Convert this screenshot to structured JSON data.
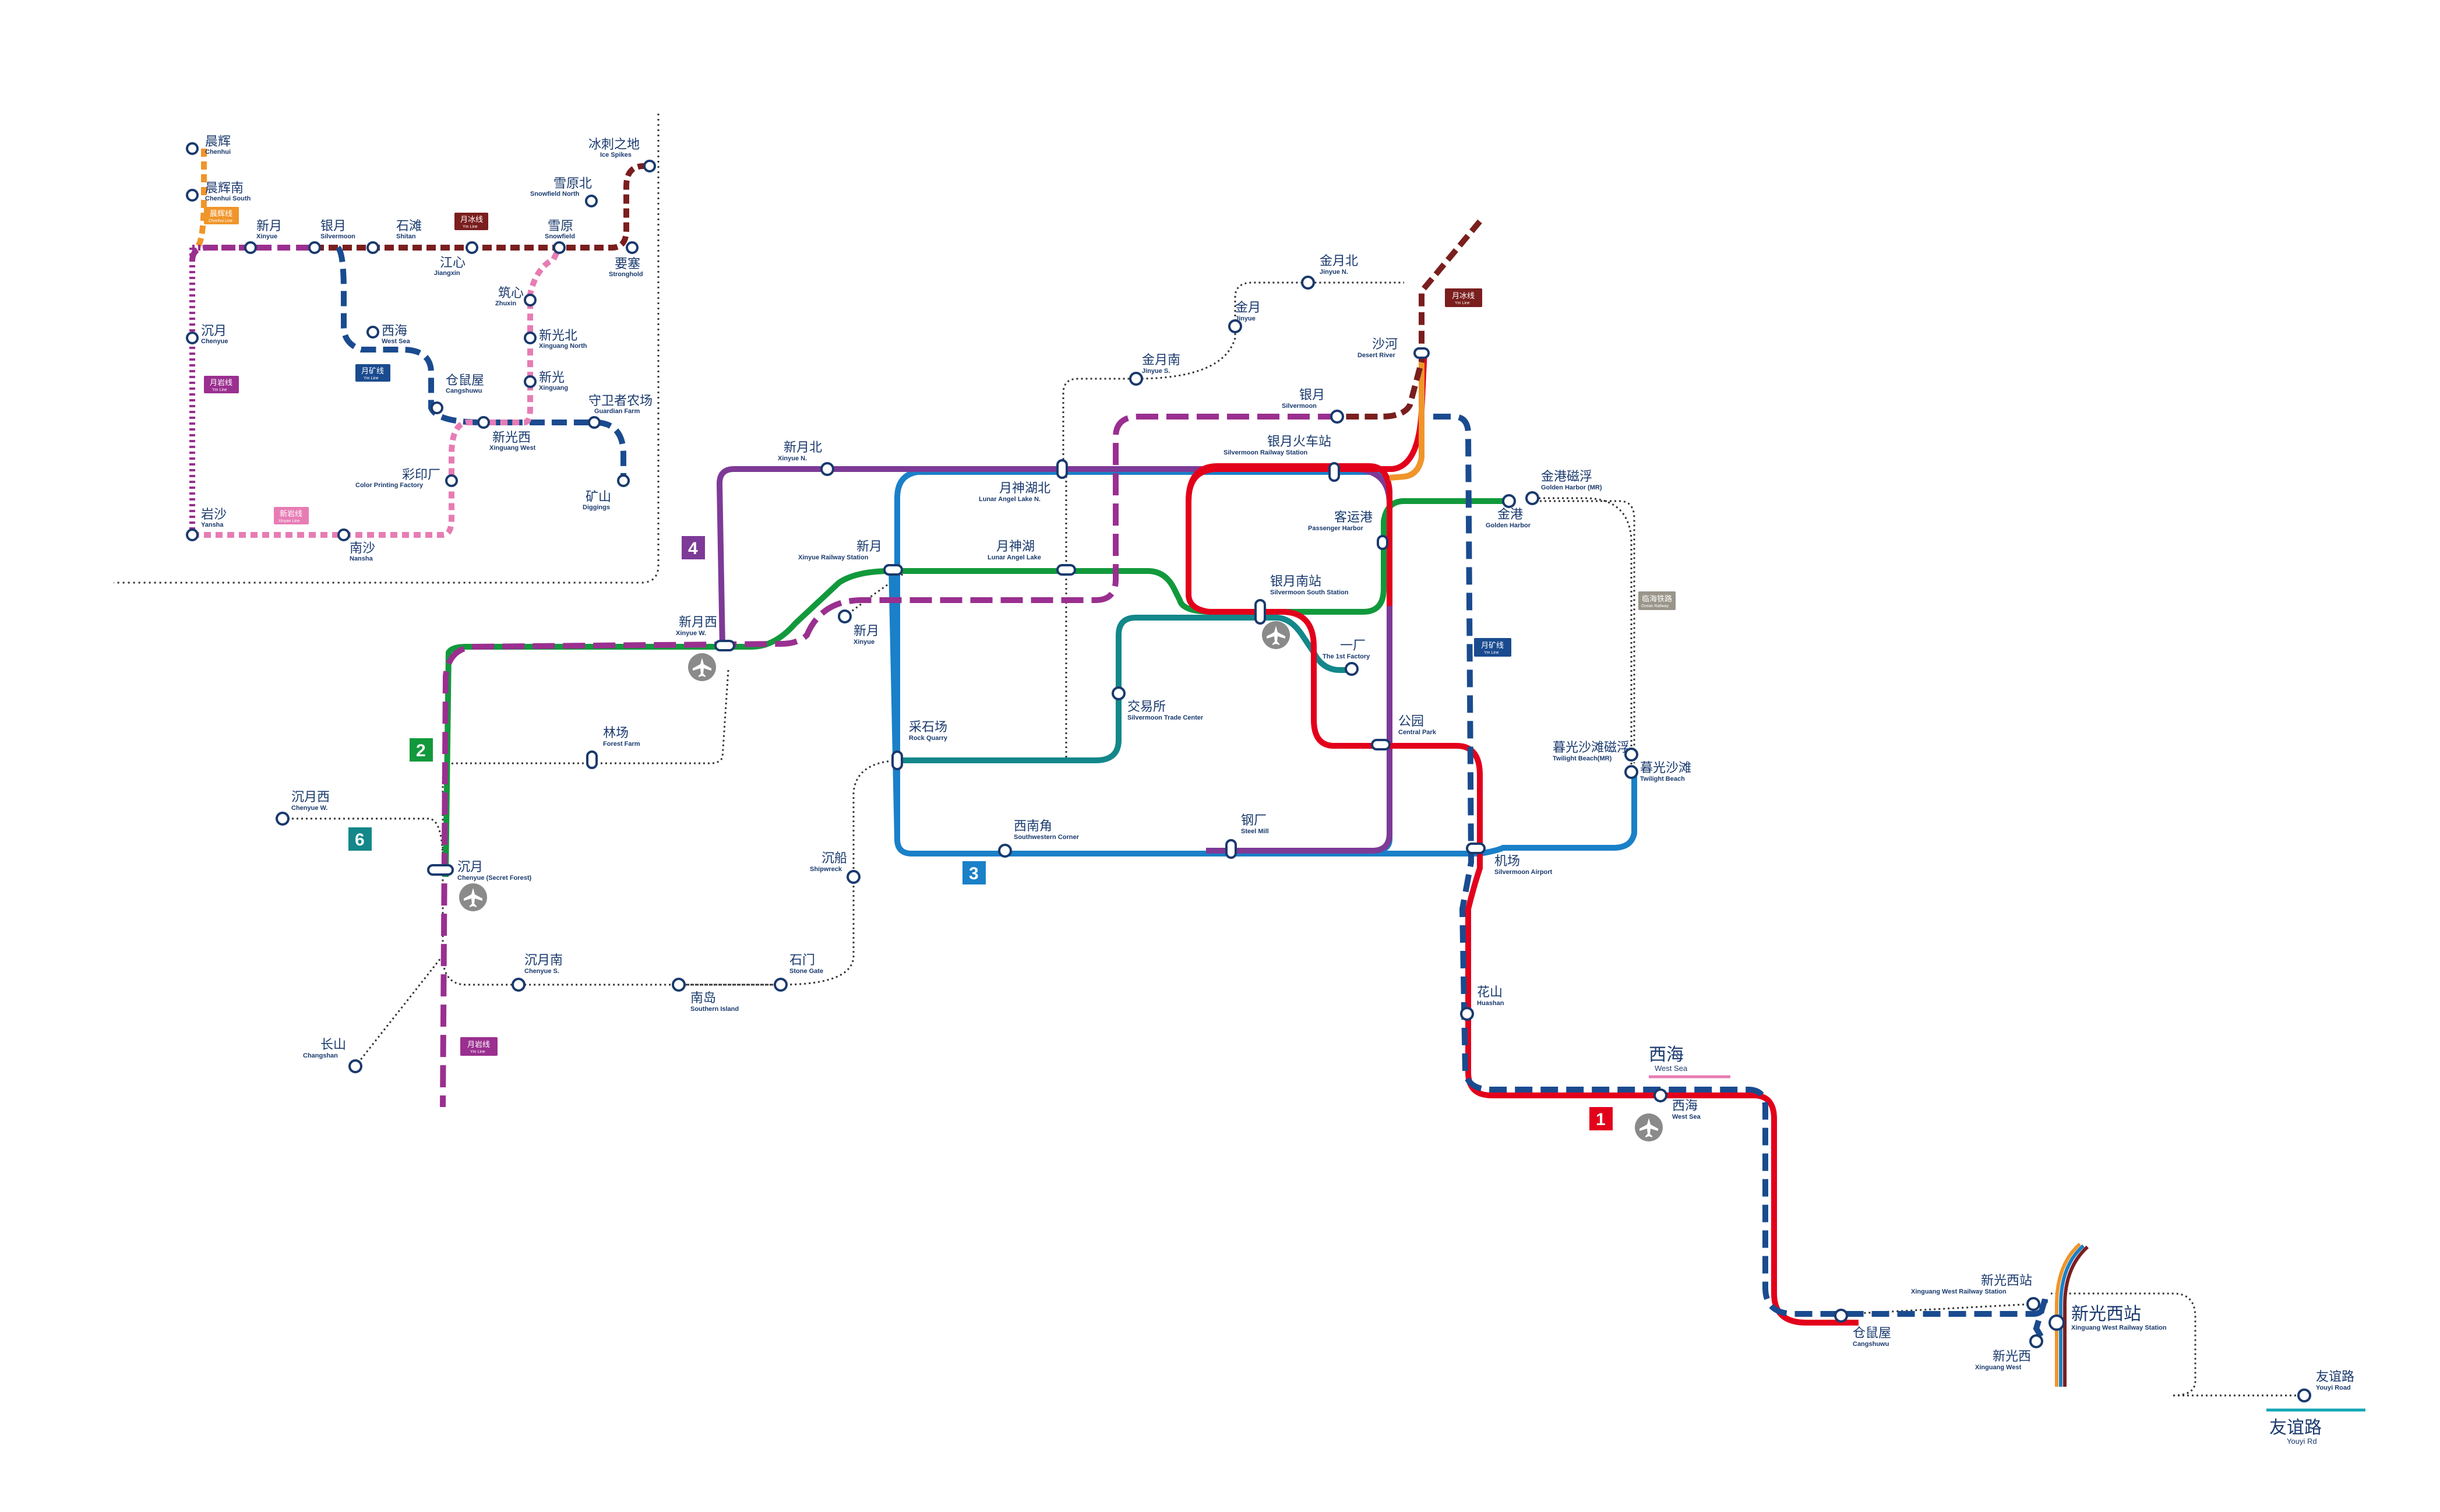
{
  "colors": {
    "line1": "#e3001b",
    "line2": "#12993c",
    "line3": "#1a80c8",
    "line4": "#7d3a96",
    "line6": "#13878a",
    "yueyan": "#9a2f8f",
    "yuekuang": "#1a4b8f",
    "yuebing": "#7a1e1e",
    "xinyan": "#e77cb4",
    "chenhui": "#f0952a",
    "station_text": "#1a3a6e"
  },
  "line_badges": [
    {
      "id": "line1",
      "label": "1"
    },
    {
      "id": "line2",
      "label": "2"
    },
    {
      "id": "line3",
      "label": "3"
    },
    {
      "id": "line4",
      "label": "4"
    },
    {
      "id": "line6",
      "label": "6"
    }
  ],
  "line_tags": {
    "yuebing": {
      "zh": "月冰线",
      "en": "Ym Line"
    },
    "yuekuang": {
      "zh": "月矿线",
      "en": "Ym Line"
    },
    "yueyan": {
      "zh": "月岩线",
      "en": "Ym Line"
    },
    "xinyan": {
      "zh": "新岩线",
      "en": "Xinyan Line"
    },
    "chenhui": {
      "zh": "晨辉线",
      "en": "Chenhui Line"
    },
    "ocean": {
      "zh": "临海铁路",
      "en": "Ocean Railway"
    }
  },
  "inset_stations": [
    {
      "zh": "晨辉",
      "en": "Chenhui"
    },
    {
      "zh": "晨辉南",
      "en": "Chenhui South"
    },
    {
      "zh": "新月",
      "en": "Xinyue"
    },
    {
      "zh": "银月",
      "en": "Silvermoon"
    },
    {
      "zh": "石滩",
      "en": "Shitan"
    },
    {
      "zh": "江心",
      "en": "Jiangxin"
    },
    {
      "zh": "雪原北",
      "en": "Snowfield North"
    },
    {
      "zh": "冰刺之地",
      "en": "Ice Spikes"
    },
    {
      "zh": "雪原",
      "en": "Snowfield"
    },
    {
      "zh": "要塞",
      "en": "Stronghold"
    },
    {
      "zh": "筑心",
      "en": "Zhuxin"
    },
    {
      "zh": "新光北",
      "en": "Xinguang North"
    },
    {
      "zh": "新光",
      "en": "Xinguang"
    },
    {
      "zh": "西海",
      "en": "West Sea"
    },
    {
      "zh": "仓鼠屋",
      "en": "Cangshuwu"
    },
    {
      "zh": "新光西",
      "en": "Xinguang West"
    },
    {
      "zh": "守卫者农场",
      "en": "Guardian Farm"
    },
    {
      "zh": "矿山",
      "en": "Diggings"
    },
    {
      "zh": "彩印厂",
      "en": "Color Printing Factory"
    },
    {
      "zh": "沉月",
      "en": "Chenyue"
    },
    {
      "zh": "岩沙",
      "en": "Yansha"
    },
    {
      "zh": "南沙",
      "en": "Nansha"
    }
  ],
  "stations": [
    {
      "zh": "金月北",
      "en": "Jinyue N."
    },
    {
      "zh": "金月",
      "en": "Jinyue"
    },
    {
      "zh": "金月南",
      "en": "Jinyue S."
    },
    {
      "zh": "沙河",
      "en": "Desert River"
    },
    {
      "zh": "银月",
      "en": "Silvermoon"
    },
    {
      "zh": "银月火车站",
      "en": "Silvermoon Railway Station"
    },
    {
      "zh": "新月北",
      "en": "Xinyue N."
    },
    {
      "zh": "月神湖北",
      "en": "Lunar Angel Lake N."
    },
    {
      "zh": "客运港",
      "en": "Passenger Harbor"
    },
    {
      "zh": "金港",
      "en": "Golden Harbor"
    },
    {
      "zh": "金港磁浮",
      "en": "Golden Harbor (MR)"
    },
    {
      "zh": "新月",
      "en": "Xinyue Railway Station"
    },
    {
      "zh": "月神湖",
      "en": "Lunar Angel Lake"
    },
    {
      "zh": "银月南站",
      "en": "Silvermoon South Station"
    },
    {
      "zh": "新月西",
      "en": "Xinyue W."
    },
    {
      "zh": "新月",
      "en": "Xinyue"
    },
    {
      "zh": "一厂",
      "en": "The 1st Factory"
    },
    {
      "zh": "交易所",
      "en": "Silvermoon Trade Center"
    },
    {
      "zh": "林场",
      "en": "Forest Farm"
    },
    {
      "zh": "采石场",
      "en": "Rock Quarry"
    },
    {
      "zh": "公园",
      "en": "Central Park"
    },
    {
      "zh": "暮光沙滩磁浮",
      "en": "Twilight Beach(MR)"
    },
    {
      "zh": "暮光沙滩",
      "en": "Twilight Beach"
    },
    {
      "zh": "沉月西",
      "en": "Chenyue W."
    },
    {
      "zh": "西南角",
      "en": "Southwestern Corner"
    },
    {
      "zh": "钢厂",
      "en": "Steel Mill"
    },
    {
      "zh": "沉月",
      "en": "Chenyue (Secret Forest)"
    },
    {
      "zh": "沉船",
      "en": "Shipwreck"
    },
    {
      "zh": "机场",
      "en": "Silvermoon Airport"
    },
    {
      "zh": "沉月南",
      "en": "Chenyue S."
    },
    {
      "zh": "石门",
      "en": "Stone Gate"
    },
    {
      "zh": "南岛",
      "en": "Southern Island"
    },
    {
      "zh": "花山",
      "en": "Huashan"
    },
    {
      "zh": "长山",
      "en": "Changshan"
    },
    {
      "zh": "西海",
      "en": "West Sea"
    },
    {
      "zh": "西海",
      "en": "West Sea"
    },
    {
      "zh": "新光西站",
      "en": "Xinguang West Railway Station"
    },
    {
      "zh": "新光西站",
      "en": "Xinguang West Railway Station"
    },
    {
      "zh": "仓鼠屋",
      "en": "Cangshuwu"
    },
    {
      "zh": "新光西",
      "en": "Xinguang West"
    },
    {
      "zh": "友谊路",
      "en": "Youyi Road"
    },
    {
      "zh": "友谊路",
      "en": "Youyi Rd"
    }
  ]
}
